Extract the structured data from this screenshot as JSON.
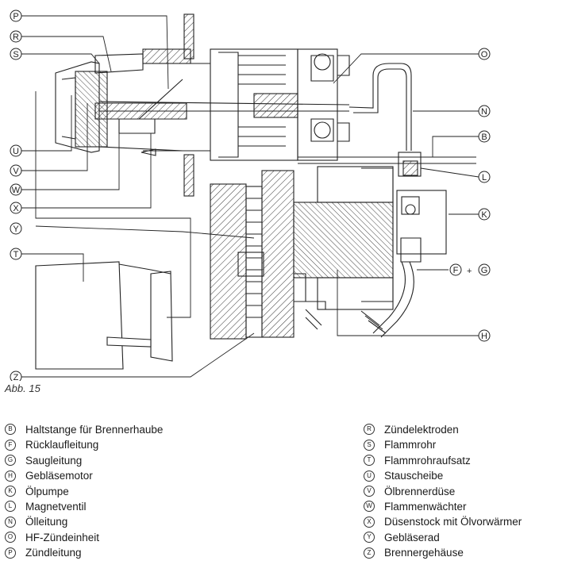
{
  "caption": "Abb. 15",
  "callouts": {
    "P": "P",
    "R": "R",
    "S": "S",
    "U": "U",
    "V": "V",
    "W": "W",
    "X": "X",
    "Y": "Y",
    "T": "T",
    "Z": "Z",
    "O": "O",
    "N": "N",
    "B": "B",
    "L": "L",
    "K": "K",
    "F": "F",
    "G": "G",
    "H": "H",
    "plus": "+"
  },
  "legend_left": [
    {
      "letter": "B",
      "text": "Haltstange für Brennerhaube"
    },
    {
      "letter": "F",
      "text": "Rücklaufleitung"
    },
    {
      "letter": "G",
      "text": "Saugleitung"
    },
    {
      "letter": "H",
      "text": "Gebläsemotor"
    },
    {
      "letter": "K",
      "text": "Ölpumpe"
    },
    {
      "letter": "L",
      "text": "Magnetventil"
    },
    {
      "letter": "N",
      "text": "Ölleitung"
    },
    {
      "letter": "O",
      "text": "HF-Zündeinheit"
    },
    {
      "letter": "P",
      "text": "Zündleitung"
    }
  ],
  "legend_right": [
    {
      "letter": "R",
      "text": "Zündelektroden"
    },
    {
      "letter": "S",
      "text": "Flammrohr"
    },
    {
      "letter": "T",
      "text": "Flammrohraufsatz"
    },
    {
      "letter": "U",
      "text": "Stauscheibe"
    },
    {
      "letter": "V",
      "text": "Ölbrennerdüse"
    },
    {
      "letter": "W",
      "text": "Flammenwächter"
    },
    {
      "letter": "X",
      "text": "Düsenstock mit Ölvorwärmer"
    },
    {
      "letter": "Y",
      "text": "Gebläserad"
    },
    {
      "letter": "Z",
      "text": "Brennergehäuse"
    }
  ]
}
